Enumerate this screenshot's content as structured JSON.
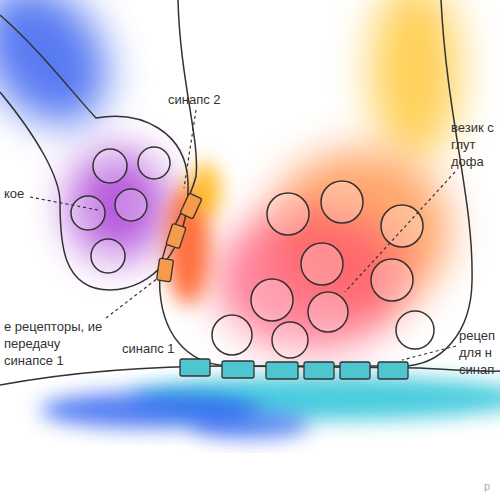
{
  "diagram": {
    "labels": [
      "синапс 2",
      "кое",
      "везик с глут дофа",
      "е рецепторы, ие передачу синапсе 1",
      "синапс 1",
      "рецеп для н синап",
      "р"
    ]
  }
}
